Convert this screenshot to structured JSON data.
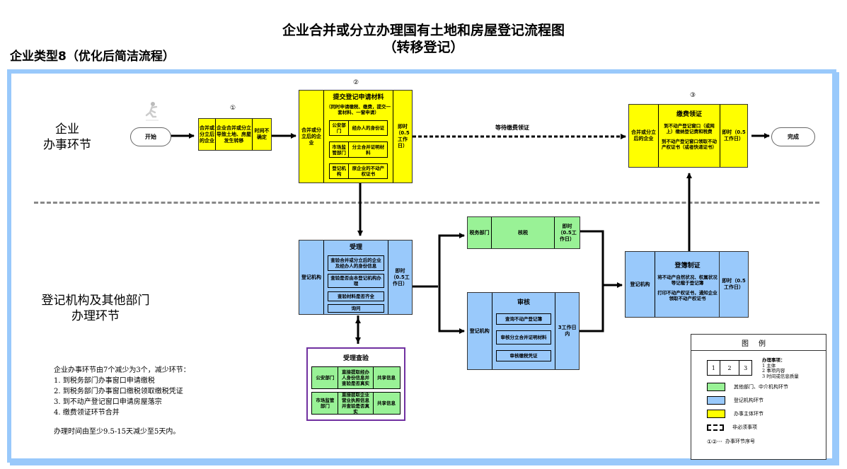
{
  "header": {
    "title_line1": "企业合并或分立办理国有土地和房屋登记流程图",
    "title_line2": "（转移登记）",
    "type_label": "企业类型8（优化后简洁流程）"
  },
  "lanes": {
    "top": [
      "企业",
      "办事环节"
    ],
    "bottom": [
      "登记机构及其他部门",
      "办理环节"
    ]
  },
  "colors": {
    "enterprise": "#ffff00",
    "registry": "#99c9fb",
    "other_dept": "#99f296",
    "frame": "#99c9fb",
    "check_border": "#7030a0"
  },
  "start": {
    "label": "开始",
    "icon": "running-person-icon"
  },
  "finish": {
    "label": "完成"
  },
  "step1": {
    "number": "①",
    "subject": "合并或分立后的企业",
    "content": "企业合并或分立导致土地、房屋发生转移",
    "time": "时间不确定"
  },
  "step2": {
    "number": "②",
    "subject": "合并或分立后的企业",
    "title": "提交登记申请材料",
    "note": "（同时申请缴税、缴费，提交一套材料、一窗申请）",
    "items": [
      {
        "dept": "公安部门",
        "doc": "经办人的身份证"
      },
      {
        "dept": "市场监管部门",
        "doc": "分立合并证明材料"
      },
      {
        "dept": "登记机构",
        "doc": "原企业的不动产权证书"
      }
    ],
    "time": "即时（0.5工作日）"
  },
  "wait_label": "等待缴费领证",
  "step3": {
    "number": "③",
    "subject": "合并或分立后的企业",
    "title": "缴费领证",
    "lines": [
      "到不动产登记窗口（或网上）缴纳登记费和税费",
      "到不动产登记窗口领取不动产权证书（或者快递证书）"
    ],
    "time": "即时（0.5工作日）"
  },
  "accept": {
    "subject": "登记机构",
    "title": "受理",
    "items": [
      "查验合并或分立后的企业及经办人的身份信息",
      "查验是否由本登记机构办理",
      "查验材料是否齐全",
      "询问"
    ],
    "time": "即时（0.5工作日）"
  },
  "tax": {
    "subject": "税务部门",
    "content": "核税",
    "time": "即时（0.5工作日）"
  },
  "review": {
    "subject": "登记机构",
    "title": "审核",
    "items": [
      "查询不动产登记簿",
      "审核分立合并证明材料",
      "审核缴税凭证"
    ],
    "time": "3工作日内"
  },
  "register": {
    "subject": "登记机构",
    "title": "登簿制证",
    "lines": [
      "将不动产自然状况、权属状况等记载于登记簿",
      "打印不动产权证书，通知企业领取不动产权证书"
    ],
    "time": "即时（0.5工作日）"
  },
  "check": {
    "title": "受理查验",
    "rows": [
      {
        "dept": "公安部门",
        "content": "直接提取经办人身份信息并查验是否真实",
        "method": "共享信息"
      },
      {
        "dept": "市场监管部门",
        "content": "直接提取企业营业执照信息并查验是否真实",
        "method": "共享信息"
      }
    ]
  },
  "notes": {
    "lines": [
      "企业办事环节由7个减少为3个，减少环节：",
      "1. 到税务部门办事窗口申请缴税",
      "2. 到税务部门办事窗口缴税领取缴税凭证",
      "3. 到不动产登记窗口申请房屋落宗",
      "4. 缴费领证环节合并"
    ],
    "summary": "办理时间由至少9.5-15天减少至5天内。"
  },
  "legend": {
    "title": "图例",
    "sample": [
      "1",
      "2",
      "3"
    ],
    "items_title": "办理事项：",
    "items": [
      "1 主体",
      "2 事项内容",
      "3 时间或信息质量"
    ],
    "entries": [
      {
        "label": "其他部门、中介机构环节",
        "color": "#99f296"
      },
      {
        "label": "登记机构环节",
        "color": "#99c9fb"
      },
      {
        "label": "办事主体环节",
        "color": "#ffff00"
      }
    ],
    "optional": "非必须事项",
    "sequence_symbols": "①②···",
    "sequence_label": "办事环节序号"
  }
}
